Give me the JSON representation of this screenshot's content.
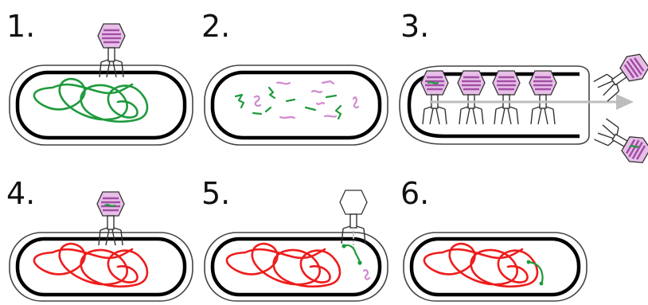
{
  "steps": [
    {
      "label": "1."
    },
    {
      "label": "2."
    },
    {
      "label": "3."
    },
    {
      "label": "4."
    },
    {
      "label": "5."
    },
    {
      "label": "6."
    }
  ],
  "colors": {
    "bacterial_dna": "#1f9a3c",
    "host_dna_red": "#ee1c1c",
    "phage_head": "#e7bfe7",
    "phage_stripe": "#a24ea6",
    "arrow": "#bdbdbd",
    "cell_wall": "#000000"
  },
  "icons": [
    "bacteriophage-icon",
    "bacterial-cell-icon",
    "dna-loop-icon",
    "arrow-icon"
  ]
}
